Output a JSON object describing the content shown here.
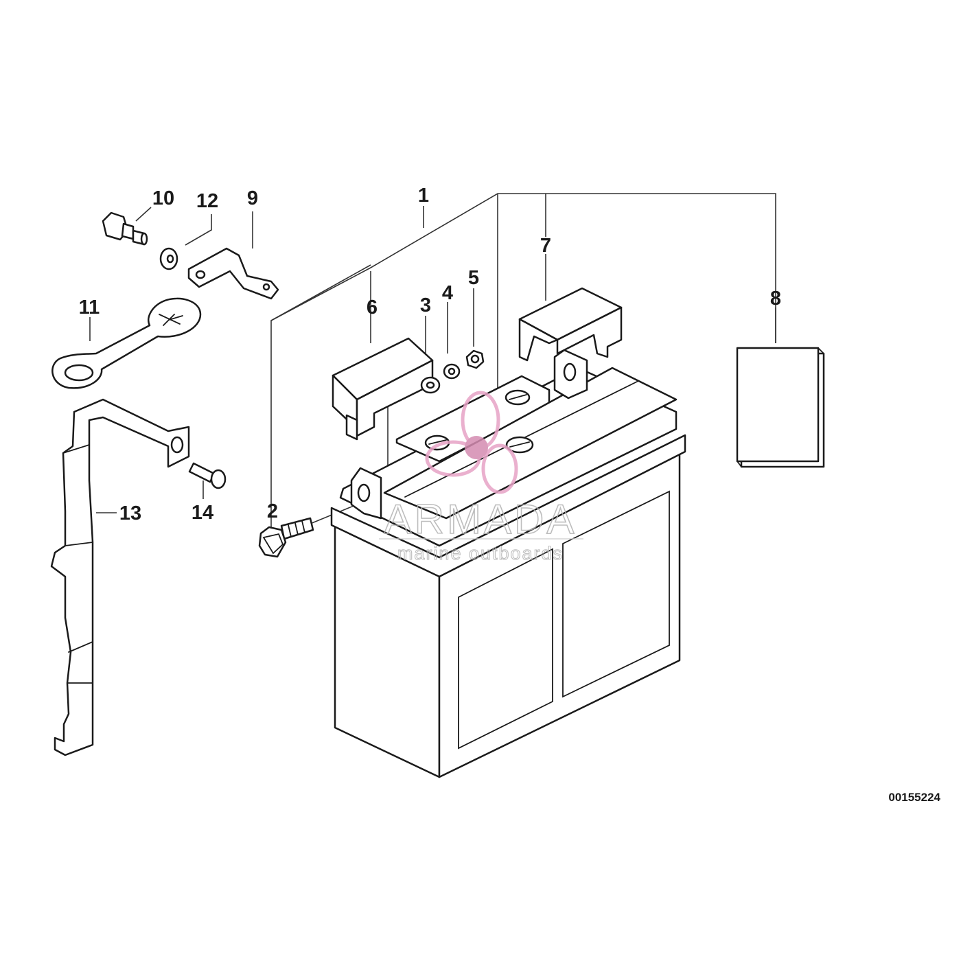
{
  "callouts": [
    {
      "id": "1",
      "label": "1"
    },
    {
      "id": "2",
      "label": "2"
    },
    {
      "id": "3",
      "label": "3"
    },
    {
      "id": "4",
      "label": "4"
    },
    {
      "id": "5",
      "label": "5"
    },
    {
      "id": "6",
      "label": "6"
    },
    {
      "id": "7",
      "label": "7"
    },
    {
      "id": "8",
      "label": "8"
    },
    {
      "id": "9",
      "label": "9"
    },
    {
      "id": "10",
      "label": "10"
    },
    {
      "id": "11",
      "label": "11"
    },
    {
      "id": "12",
      "label": "12"
    },
    {
      "id": "13",
      "label": "13"
    },
    {
      "id": "14",
      "label": "14"
    }
  ],
  "document_number": "00155224",
  "watermark": {
    "title": "ARMADA",
    "subtitle": "marine outboards",
    "logo_icon": "propeller-logo-icon",
    "logo_color": "#e7a3c6",
    "logo_hub_color": "#d48bb1"
  },
  "colors": {
    "line": "#1a1a1a",
    "background": "#ffffff"
  }
}
